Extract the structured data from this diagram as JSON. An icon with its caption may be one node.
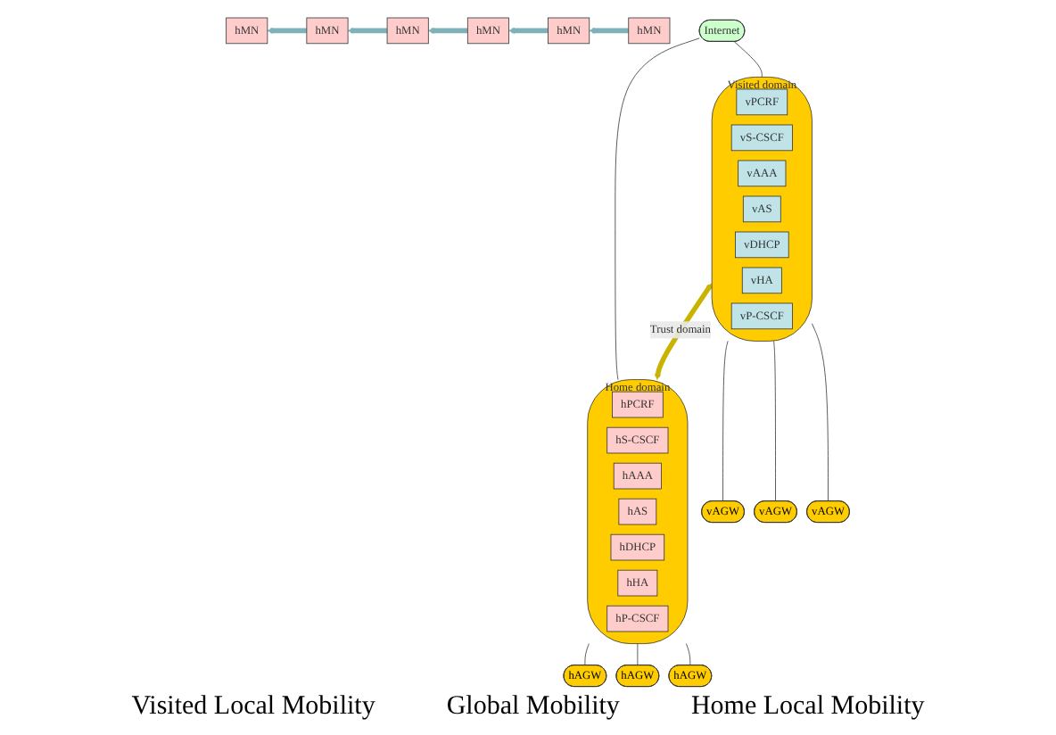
{
  "diagram": {
    "nodes": [
      {
        "text": [
          "Internet"
        ]
      },
      {
        "text": [
          "Visited domain"
        ]
      },
      {
        "text": [
          "vPCRF"
        ],
        "in": 1
      },
      {
        "text": [
          "vS-CSCF"
        ],
        "in": 1
      },
      {
        "text": [
          "vAAA"
        ],
        "in": 1
      },
      {
        "text": [
          "vAS"
        ],
        "in": 1
      },
      {
        "text": [
          "vDHCP"
        ],
        "in": 1
      },
      {
        "text": [
          "vHA"
        ],
        "in": 1
      },
      {
        "text": [
          "vP-CSCF"
        ],
        "in": 1
      },
      {
        "text": [
          "Home domain"
        ]
      },
      {
        "text": [
          "hPCRF"
        ],
        "in": 9
      },
      {
        "text": [
          "hS-CSCF"
        ],
        "in": 9
      },
      {
        "text": [
          "hAAA"
        ],
        "in": 9
      },
      {
        "text": [
          "hAS"
        ],
        "in": 9
      },
      {
        "text": [
          "hDHCP"
        ],
        "in": 9
      },
      {
        "text": [
          "hHA"
        ],
        "in": 9
      },
      {
        "text": [
          "hP-CSCF"
        ],
        "in": 9
      },
      {
        "text": [
          "vAGW"
        ]
      },
      {
        "text": [
          "vAGW"
        ]
      },
      {
        "text": [
          "vAGW"
        ]
      },
      {
        "text": [
          "hAGW"
        ]
      },
      {
        "text": [
          "hAGW"
        ]
      },
      {
        "text": [
          "hAGW"
        ]
      },
      {
        "text": [
          "hMN"
        ]
      },
      {
        "text": [
          "hMN"
        ]
      },
      {
        "text": [
          "hMN"
        ]
      },
      {
        "text": [
          "hMN"
        ]
      },
      {
        "text": [
          "hMN"
        ]
      },
      {
        "text": [
          "hMN"
        ]
      }
    ],
    "edges": [
      {
        "from": 0,
        "to": 1,
        "arrow": "none"
      },
      {
        "from": 0,
        "to": 9,
        "arrow": "none"
      },
      {
        "from": 1,
        "to": 9,
        "arrow": "both",
        "label": "Trust domain",
        "style": "thick",
        "color": "#c8b400"
      },
      {
        "from": 1,
        "to": 17,
        "arrow": "none"
      },
      {
        "from": 1,
        "to": 18,
        "arrow": "none"
      },
      {
        "from": 1,
        "to": 19,
        "arrow": "none"
      },
      {
        "from": 9,
        "to": 20,
        "arrow": "none"
      },
      {
        "from": 9,
        "to": 21,
        "arrow": "none"
      },
      {
        "from": 9,
        "to": 22,
        "arrow": "none"
      },
      {
        "from": 24,
        "to": 23,
        "arrow": "to",
        "style": "thick",
        "color": "#7fb2b8"
      },
      {
        "from": 25,
        "to": 24,
        "arrow": "to",
        "style": "thick",
        "color": "#7fb2b8"
      },
      {
        "from": 26,
        "to": 25,
        "arrow": "to",
        "style": "thick",
        "color": "#7fb2b8"
      },
      {
        "from": 27,
        "to": 26,
        "arrow": "to",
        "style": "thick",
        "color": "#7fb2b8"
      },
      {
        "from": 28,
        "to": 27,
        "arrow": "to",
        "style": "thick",
        "color": "#7fb2b8"
      }
    ],
    "labels": [
      "Visited Local Mobility",
      "Global Mobility",
      "Home Local Mobility"
    ]
  }
}
